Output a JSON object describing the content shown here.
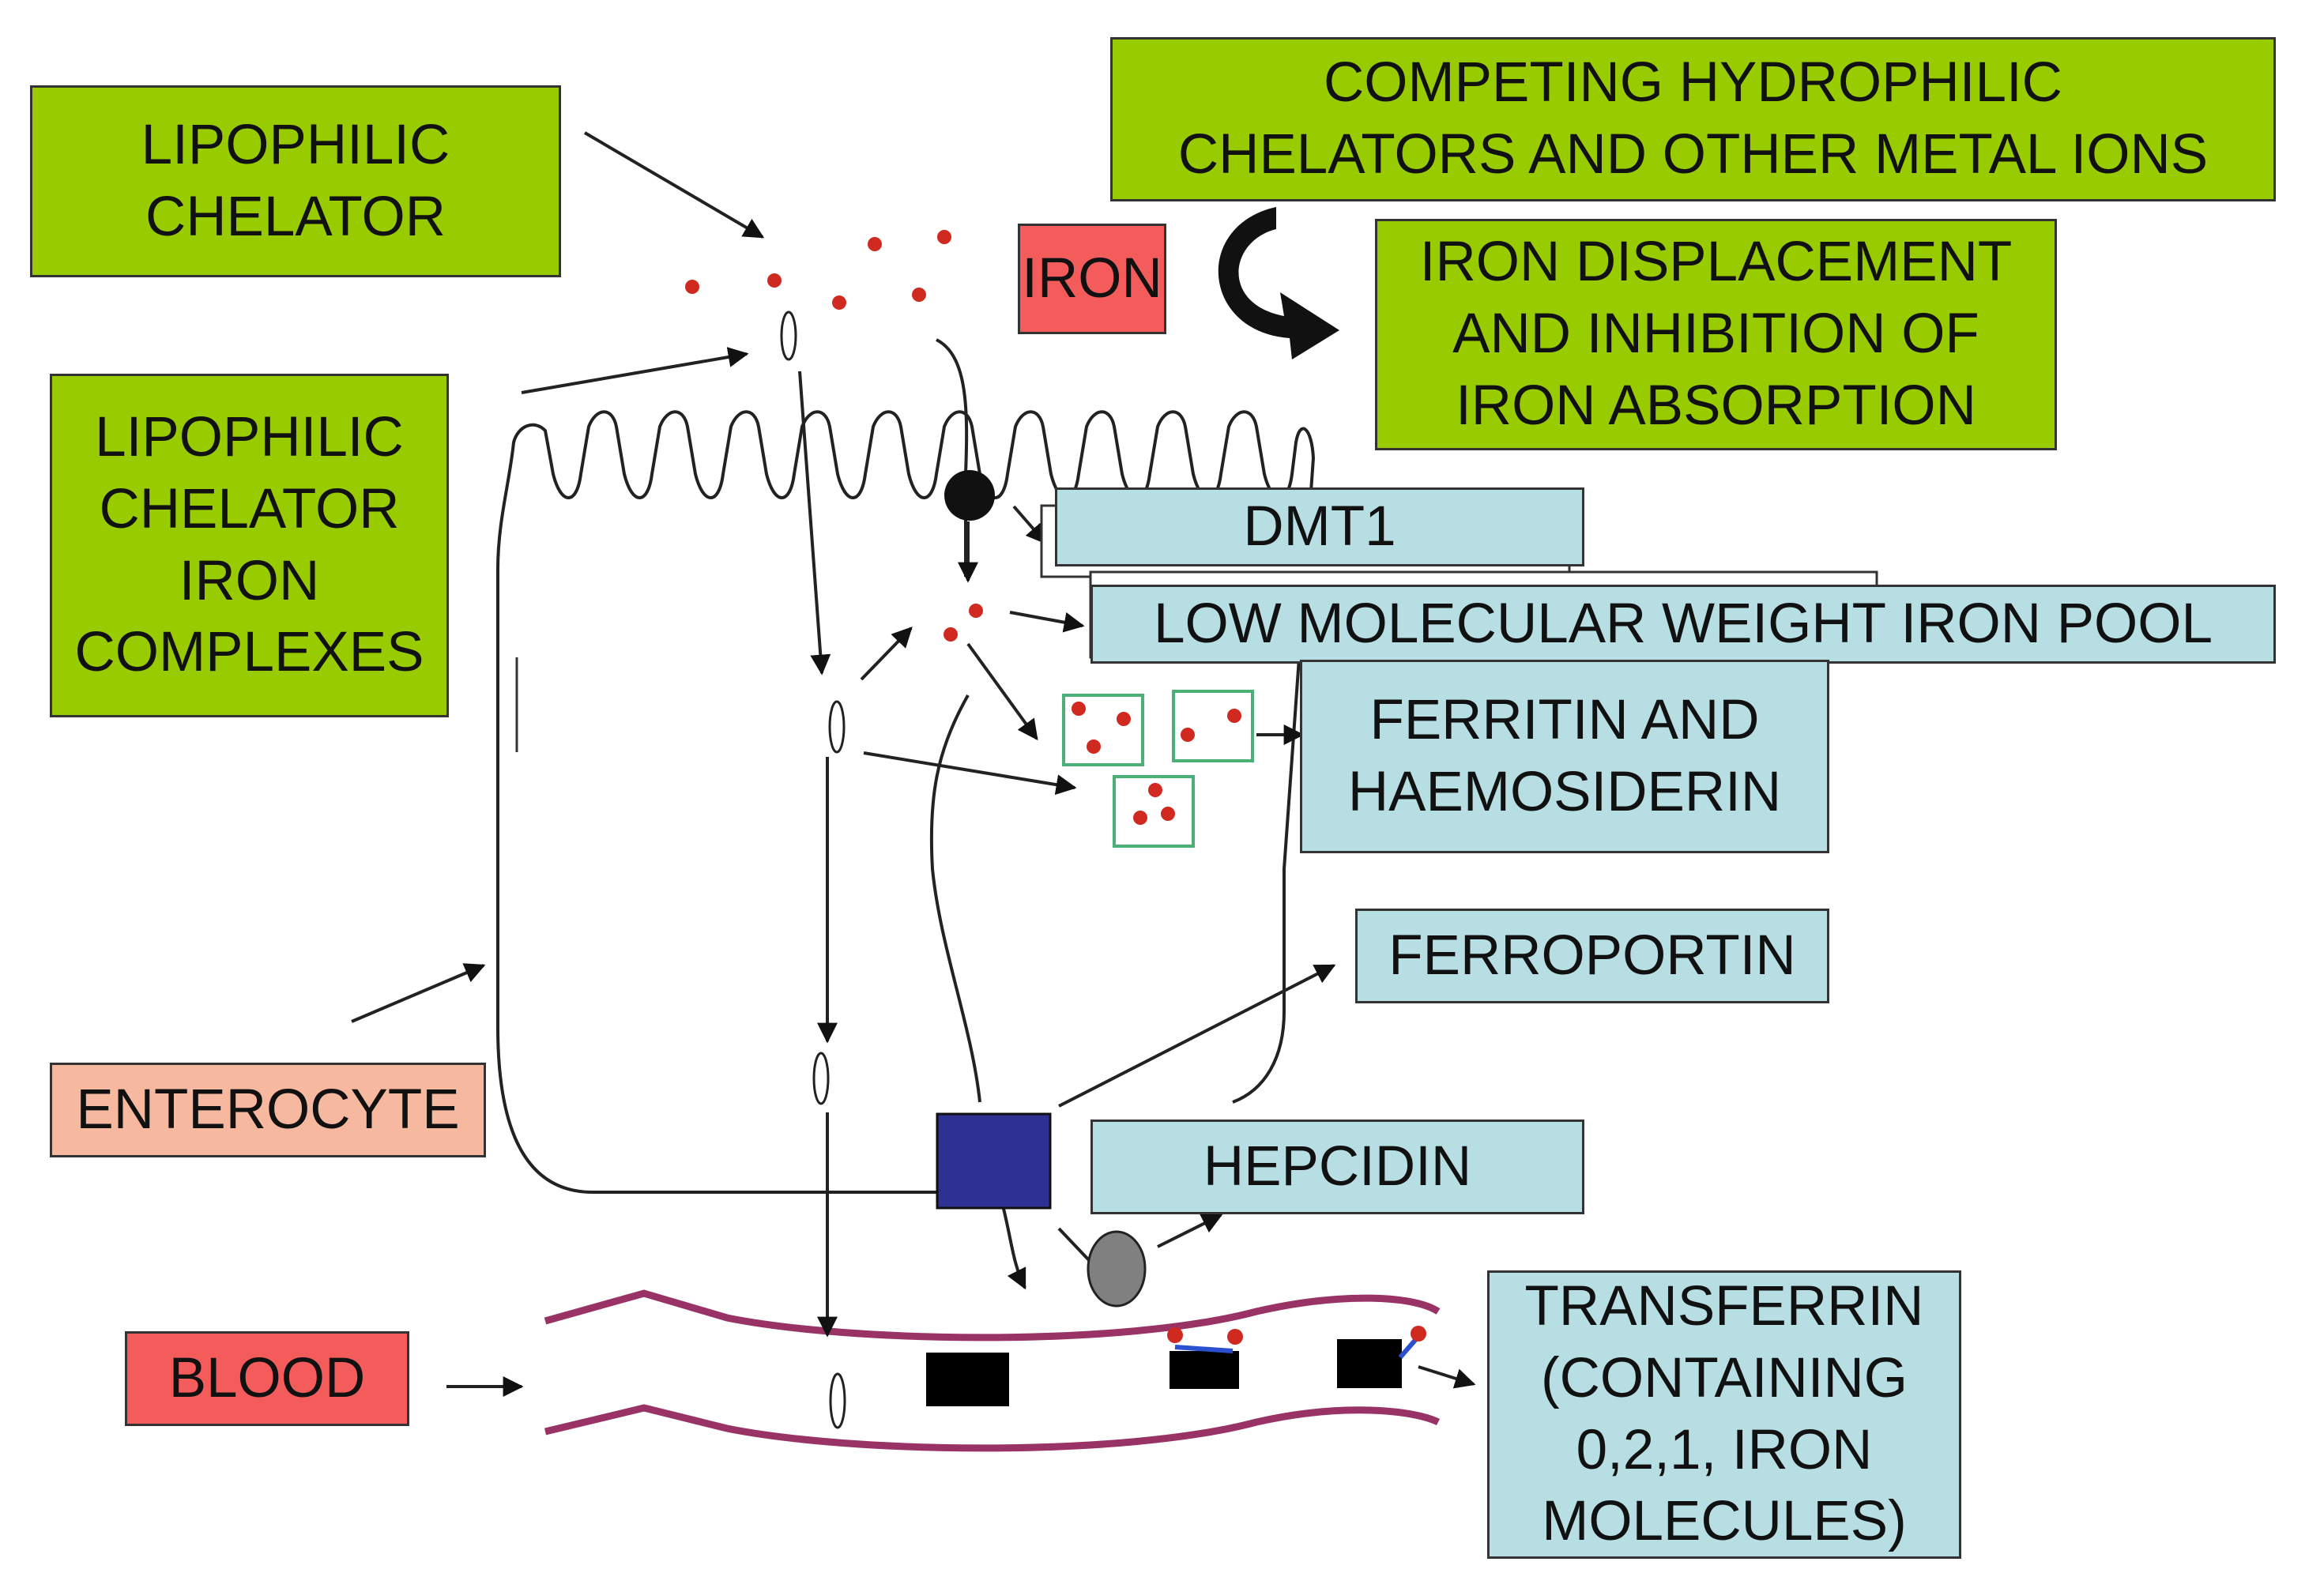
{
  "colors": {
    "chelator_box": "#99cc00",
    "protein_box": "#b7dfe3",
    "iron_box": "#f45b5b",
    "enterocyte_box": "#f7b8a0",
    "iron_dot": "#d0291f",
    "ferroportin": "#2e3192",
    "vessel": "#993366",
    "ferritin_outline": "#4caf78",
    "hepcidin": "#808080",
    "transferrin": "#000000"
  },
  "labels": {
    "lipophilic_chelator": "LIPOPHILIC\nCHELATOR",
    "lipophilic_chelator_iron_complexes": "LIPOPHILIC\nCHELATOR\nIRON\nCOMPLEXES",
    "enterocyte": "ENTEROCYTE",
    "blood": "BLOOD",
    "iron": "IRON",
    "competing_chelators": "COMPETING HYDROPHILIC\nCHELATORS AND OTHER METAL IONS",
    "iron_displacement": "IRON DISPLACEMENT\nAND INHIBITION OF\nIRON ABSORPTION",
    "dmt1": "DMT1",
    "low_molecular_weight_iron_pool": "LOW MOLECULAR WEIGHT IRON POOL",
    "ferritin_haemosiderin": "FERRITIN AND\nHAEMOSIDERIN",
    "ferroportin": "FERROPORTIN",
    "hepcidin": "HEPCIDIN",
    "transferrin": "TRANSFERRIN\n(CONTAINING\n0,2,1, IRON\nMOLECULES)"
  },
  "icons": {
    "curved_arrow": "curved-arrow-icon",
    "chelator_complex": "ellipse-icon",
    "iron_dot": "red-dot-icon"
  }
}
